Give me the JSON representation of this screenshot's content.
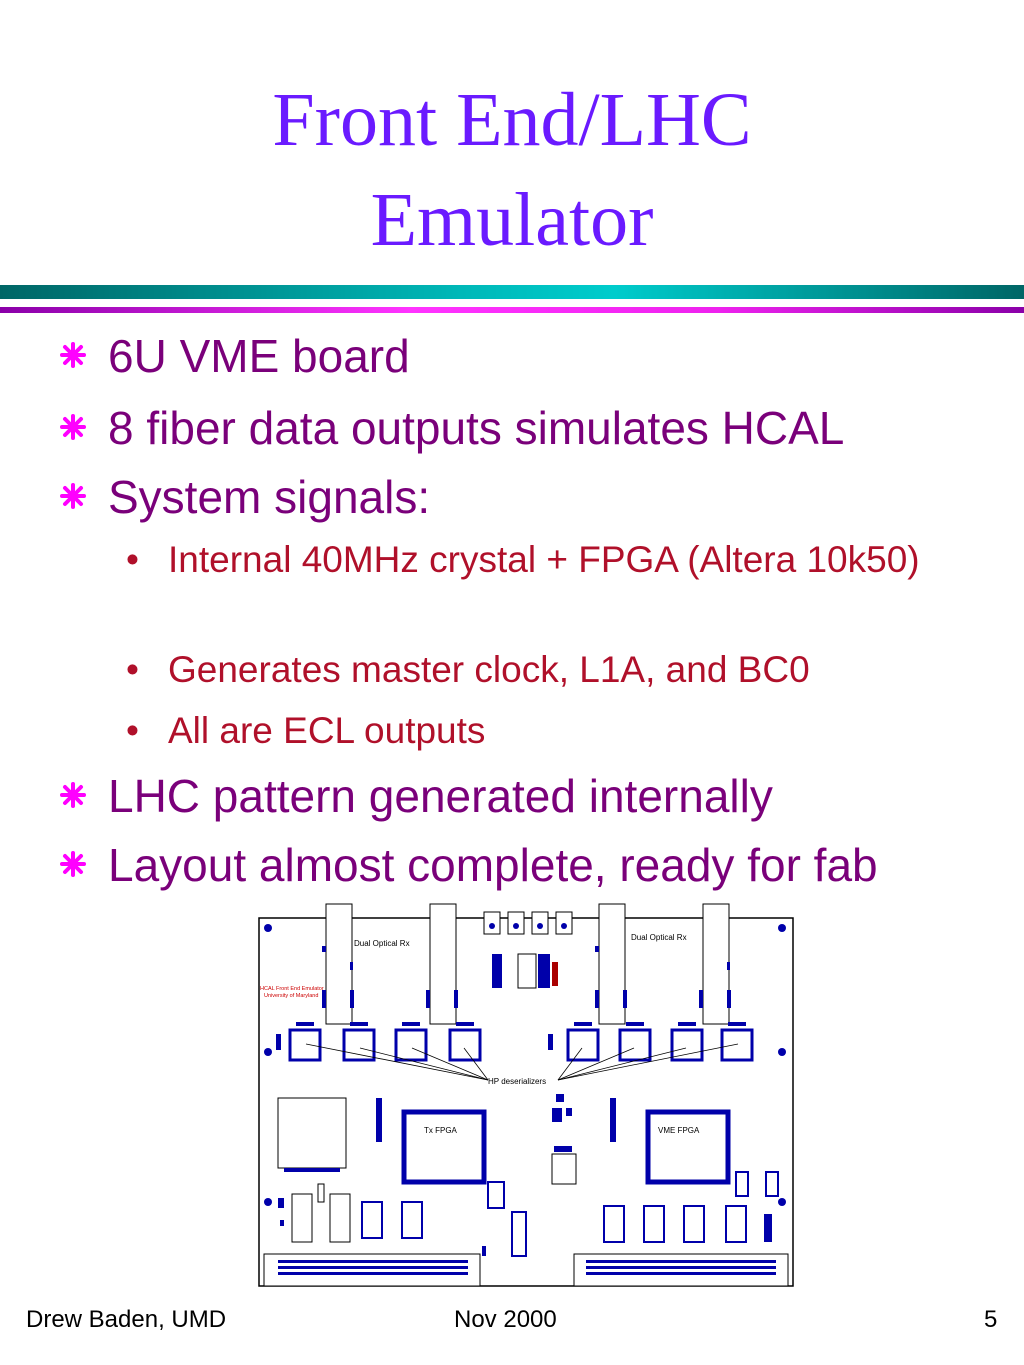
{
  "slide": {
    "title_line1": "Front End/LHC",
    "title_line2": "Emulator",
    "bullets": [
      {
        "text": "6U VME board"
      },
      {
        "text": "8 fiber data outputs simulates HCAL"
      },
      {
        "text": "System signals:"
      },
      {
        "text": "LHC pattern generated internally"
      },
      {
        "text": "Layout almost complete, ready for fab"
      }
    ],
    "sub_bullets": [
      {
        "text": "Internal 40MHz crystal + FPGA (Altera 10k50)"
      },
      {
        "text": "Generates master clock, L1A, and BC0"
      },
      {
        "text": "All are ECL outputs"
      }
    ],
    "bullet_char": "•",
    "colors": {
      "title": "#6a1aff",
      "bullet_l1": "#7a007a",
      "bullet_l2": "#b0102a",
      "marker": "#ff00ff"
    }
  },
  "board": {
    "label_rx_left": "Dual Optical Rx",
    "label_rx_right": "Dual Optical Rx",
    "label_board_name_1": "HCAL Front End Emulator",
    "label_board_name_2": "University of Maryland",
    "label_deserializers": "HP deserializers",
    "label_tx_fpga": "Tx FPGA",
    "label_vme_fpga": "VME FPGA"
  },
  "footer": {
    "left": "Drew Baden, UMD",
    "center": "Nov 2000",
    "page": "5"
  }
}
